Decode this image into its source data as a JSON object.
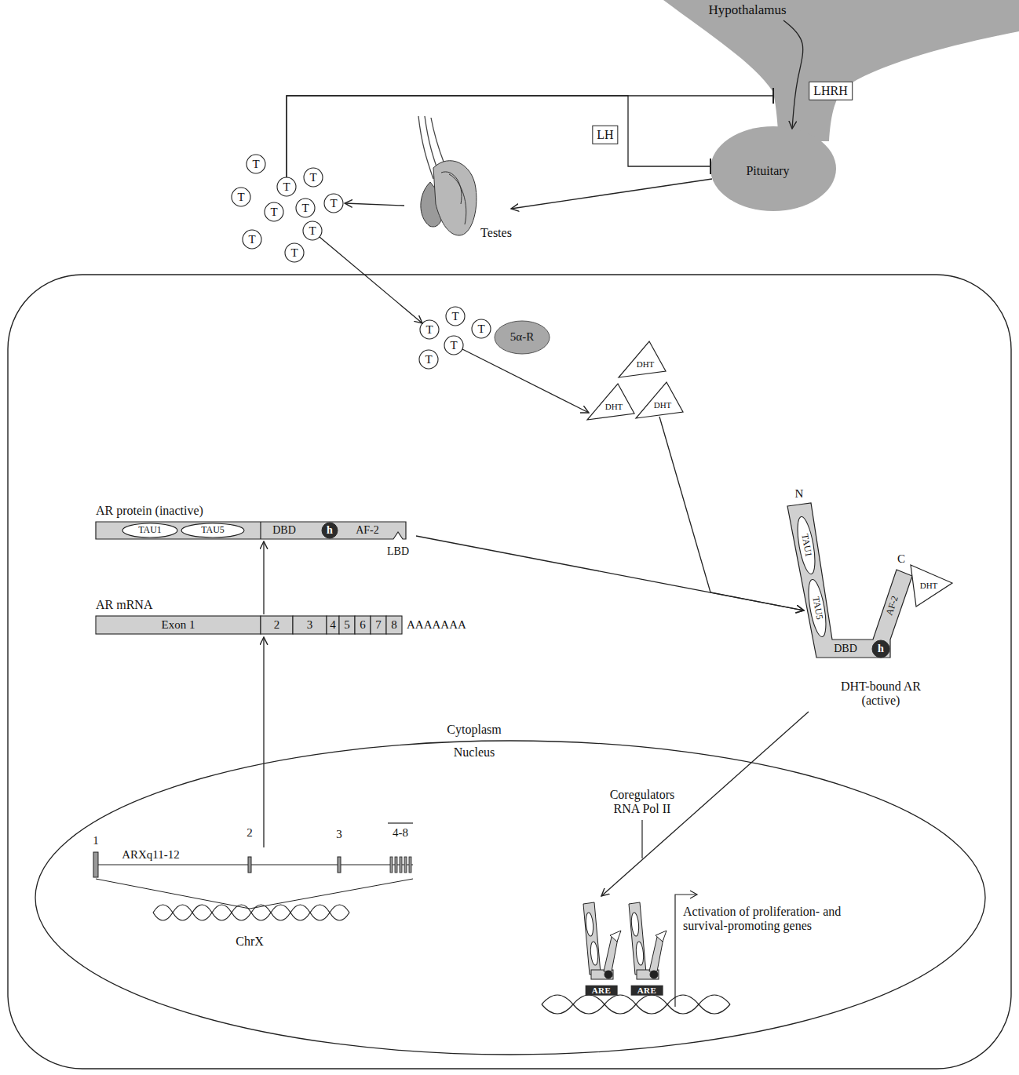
{
  "diagram": {
    "nodes": [
      {
        "text": [
          "Hypothalamus"
        ]
      },
      {
        "text": [
          "LHRH"
        ]
      },
      {
        "text": [
          "LH"
        ]
      },
      {
        "text": [
          "Pituitary"
        ]
      },
      {
        "text": [
          "T"
        ]
      },
      {
        "text": [
          "T"
        ]
      },
      {
        "text": [
          "T"
        ]
      },
      {
        "text": [
          "T"
        ]
      },
      {
        "text": [
          "T"
        ]
      },
      {
        "text": [
          "T"
        ]
      },
      {
        "text": [
          "T"
        ]
      },
      {
        "text": [
          "T"
        ]
      },
      {
        "text": [
          "T"
        ]
      },
      {
        "text": [
          "T"
        ]
      },
      {
        "text": [
          "Testes"
        ]
      },
      {
        "text": [
          "Cytoplasm"
        ]
      },
      {
        "text": [
          "T"
        ],
        "in": 15
      },
      {
        "text": [
          "T"
        ],
        "in": 15
      },
      {
        "text": [
          "T"
        ],
        "in": 15
      },
      {
        "text": [
          "T"
        ],
        "in": 15
      },
      {
        "text": [
          "T"
        ],
        "in": 15
      },
      {
        "text": [
          "5α-R"
        ],
        "in": 15
      },
      {
        "text": [
          "DHT"
        ],
        "in": 15
      },
      {
        "text": [
          "DHT"
        ],
        "in": 15
      },
      {
        "text": [
          "DHT"
        ],
        "in": 15
      },
      {
        "text": [
          "AR protein (inactive)",
          "DBD",
          "AF-2",
          "LBD"
        ],
        "in": 15
      },
      {
        "text": [
          "TAU1"
        ],
        "in": 25
      },
      {
        "text": [
          "TAU5"
        ],
        "in": 25
      },
      {
        "text": [
          "h"
        ],
        "in": 25
      },
      {
        "text": [
          "N",
          "C",
          "DBD",
          "AF-2",
          "DHT-bound AR (active)"
        ],
        "in": 15
      },
      {
        "text": [
          "TAU1"
        ],
        "in": 29
      },
      {
        "text": [
          "TAU5"
        ],
        "in": 29
      },
      {
        "text": [
          "DHT"
        ],
        "in": 29
      },
      {
        "text": [
          "h"
        ],
        "in": 29
      },
      {
        "text": [
          "AR mRNA",
          "Exon 1",
          "2",
          "3",
          "4",
          "5",
          "6",
          "7",
          "8",
          "AAAAAAA"
        ],
        "in": 15
      },
      {
        "text": [
          "Nucleus"
        ],
        "in": 15
      },
      {
        "text": [
          "ARXq11-12"
        ],
        "in": 35
      },
      {
        "text": [
          "ARE"
        ],
        "in": 35
      },
      {
        "text": [
          "ARE"
        ],
        "in": 35
      }
    ],
    "edges": [
      {
        "from": 0,
        "to": 3,
        "arrow": "to"
      },
      {
        "from": 3,
        "to": 14,
        "arrow": "to"
      },
      {
        "from": 14,
        "to": 8,
        "arrow": "to"
      },
      {
        "from": 6,
        "to": 0,
        "arrow": "to"
      },
      {
        "from": 6,
        "to": 3,
        "arrow": "to"
      },
      {
        "from": 11,
        "to": 17,
        "arrow": "to"
      },
      {
        "from": 19,
        "to": 23,
        "arrow": "to"
      },
      {
        "from": 25,
        "to": 29,
        "arrow": "to"
      },
      {
        "from": 24,
        "to": 29,
        "arrow": "to"
      },
      {
        "from": 34,
        "to": 25,
        "arrow": "to"
      },
      {
        "from": 36,
        "to": 34,
        "arrow": "to"
      },
      {
        "from": 29,
        "to": 37,
        "arrow": "to"
      }
    ],
    "labels": [
      "1",
      "2",
      "3",
      "4-8",
      "ChrX",
      "Coregulators RNA Pol II",
      "Activation of proliferation- and survival-promoting genes"
    ]
  }
}
